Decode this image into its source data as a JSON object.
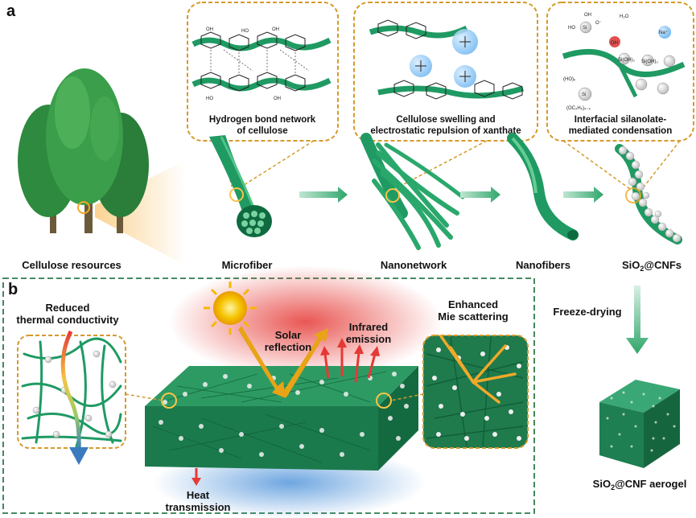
{
  "panels": {
    "a": {
      "letter": "a"
    },
    "b": {
      "letter": "b"
    }
  },
  "insets": {
    "hydrogen_bond": {
      "line1": "Hydrogen bond network",
      "line2": "of cellulose"
    },
    "swelling": {
      "line1": "Cellulose swelling and",
      "line2": "electrostatic repulsion of xanthate"
    },
    "silanolate": {
      "line1": "Interfacial silanolate-",
      "line2": "mediated condensation"
    }
  },
  "stages": {
    "cellulose_resources": "Cellulose resources",
    "microfiber": "Microfiber",
    "nanonetwork": "Nanonetwork",
    "nanofibers": "Nanofibers",
    "sio2_cnfs": {
      "base": "SiO",
      "sub": "2",
      "rest": "@CNFs"
    }
  },
  "process": {
    "freeze_drying": "Freeze-drying"
  },
  "aerogel": {
    "base": "SiO",
    "sub": "2",
    "rest": "@CNF aerogel"
  },
  "panel_b": {
    "reduced_thermal": {
      "line1": "Reduced",
      "line2": "thermal conductivity"
    },
    "solar_reflection": {
      "line1": "Solar",
      "line2": "reflection"
    },
    "infrared_emission": {
      "line1": "Infrared",
      "line2": "emission"
    },
    "mie_scattering": {
      "line1": "Enhanced",
      "line2": "Mie scattering"
    },
    "heat_transmission": {
      "line1": "Heat",
      "line2": "transmission"
    }
  },
  "chem_labels": {
    "oh": "OH",
    "ho": "HO",
    "h2o": "H₂O",
    "na": "Na⁺",
    "si": "Si",
    "sioh3": "Si(OH)₃",
    "ho_x": "(HO)ₓ",
    "oc2h5": "(OC₂H₅)₄₋ₓ",
    "o_minus": "O⁻"
  },
  "colors": {
    "fiber_green": "#1f9a63",
    "fiber_dark": "#0e6b40",
    "dash_orange": "#d49a2a",
    "dash_green": "#2f7a4c",
    "arrow_green": "#2fa66a",
    "sun": "#f5b800",
    "ray": "#e8a317",
    "ir_red": "#e53935",
    "heat_blue": "#4a90d9"
  }
}
